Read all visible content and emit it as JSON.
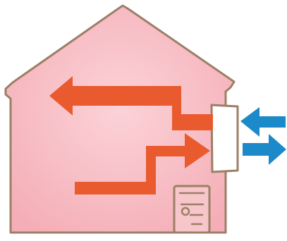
{
  "illustration": {
    "subject": "house",
    "icons": [
      "house-icon",
      "ventilation-unit-icon",
      "door-icon",
      "arrow-left-icon",
      "arrow-right-icon"
    ],
    "colors": {
      "wall": "#f7b7bf",
      "wall_highlight": "#fbd3d8",
      "outline": "#9b7f67",
      "indoor_airflow": "#ea5a2f",
      "outdoor_airflow": "#1c89c9",
      "unit": "#ffffff",
      "door": "#f7c6cb"
    },
    "airflow": {
      "indoor_outgoing_direction": "left",
      "indoor_incoming_direction": "right",
      "outdoor_incoming_direction": "left",
      "outdoor_outgoing_direction": "right"
    }
  }
}
